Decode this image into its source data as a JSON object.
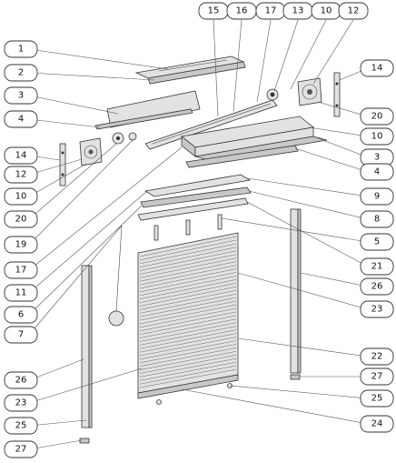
{
  "callouts": {
    "l1": "1",
    "l2": "2",
    "l3": "3",
    "l4": "4",
    "l14a": "14",
    "l12a": "12",
    "l10a": "10",
    "l20a": "20",
    "l19": "19",
    "l17a": "17",
    "l11": "11",
    "l6": "6",
    "l7": "7",
    "l26a": "26",
    "l23a": "23",
    "l25a": "25",
    "l27a": "27",
    "t15": "15",
    "t16": "16",
    "t17": "17",
    "t13": "13",
    "t10": "10",
    "t12": "12",
    "r14": "14",
    "r20": "20",
    "r10": "10",
    "r3": "3",
    "r4": "4",
    "r9": "9",
    "r8": "8",
    "r5": "5",
    "r21": "21",
    "r26": "26",
    "r23": "23",
    "r22": "22",
    "r27": "27",
    "r25": "25",
    "r24": "24"
  }
}
